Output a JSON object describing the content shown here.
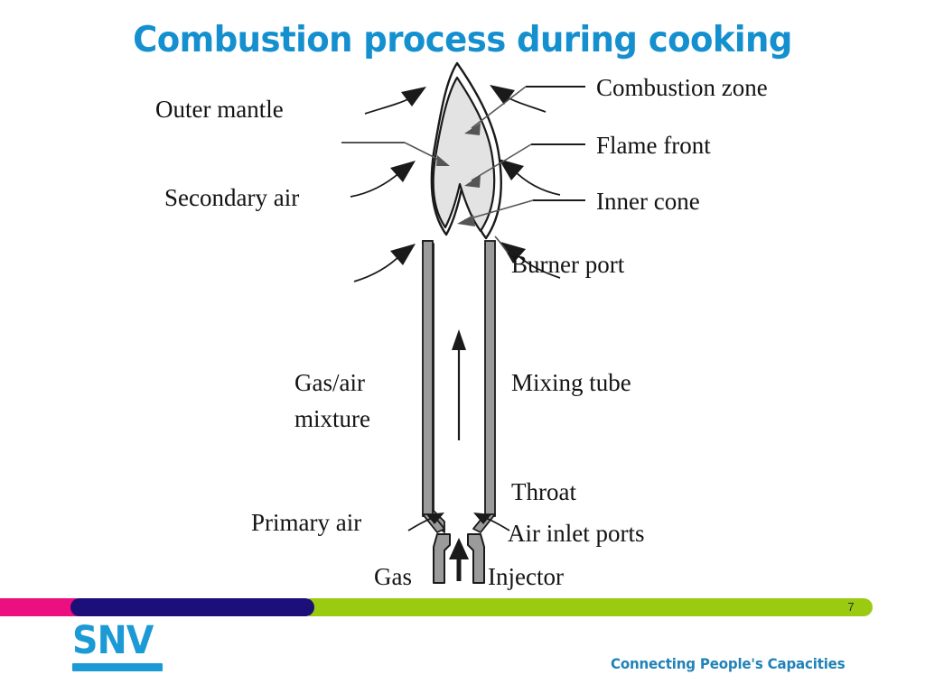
{
  "slide": {
    "title": "Combustion process during cooking",
    "title_color": "#1590cf",
    "background_color": "#ffffff",
    "page_number": "7"
  },
  "diagram": {
    "name": "gas-burner-combustion-diagram",
    "labels": {
      "outer_mantle": "Outer mantle",
      "secondary_air": "Secondary air",
      "combustion_zone": "Combustion zone",
      "flame_front": "Flame front",
      "inner_cone": "Inner cone",
      "burner_port": "Burner port",
      "gas_air_mixture_line1": "Gas/air",
      "gas_air_mixture_line2": "mixture",
      "mixing_tube": "Mixing tube",
      "throat": "Throat",
      "primary_air": "Primary air",
      "air_inlet_ports": "Air inlet ports",
      "gas": "Gas",
      "injector": "Injector"
    },
    "colors": {
      "flame_fill": "#e3e3e3",
      "outline": "#1a1a1a",
      "tube_wall": "#9b9b9b"
    }
  },
  "footer": {
    "bars": [
      {
        "name": "magenta",
        "color": "#ec0f7f"
      },
      {
        "name": "navy",
        "color": "#1d0f7a"
      },
      {
        "name": "green",
        "color": "#9bcb11"
      }
    ],
    "logo_text": "SNV",
    "logo_color": "#1b9ad6",
    "tagline": "Connecting People's Capacities",
    "tagline_color": "#2082b8"
  }
}
